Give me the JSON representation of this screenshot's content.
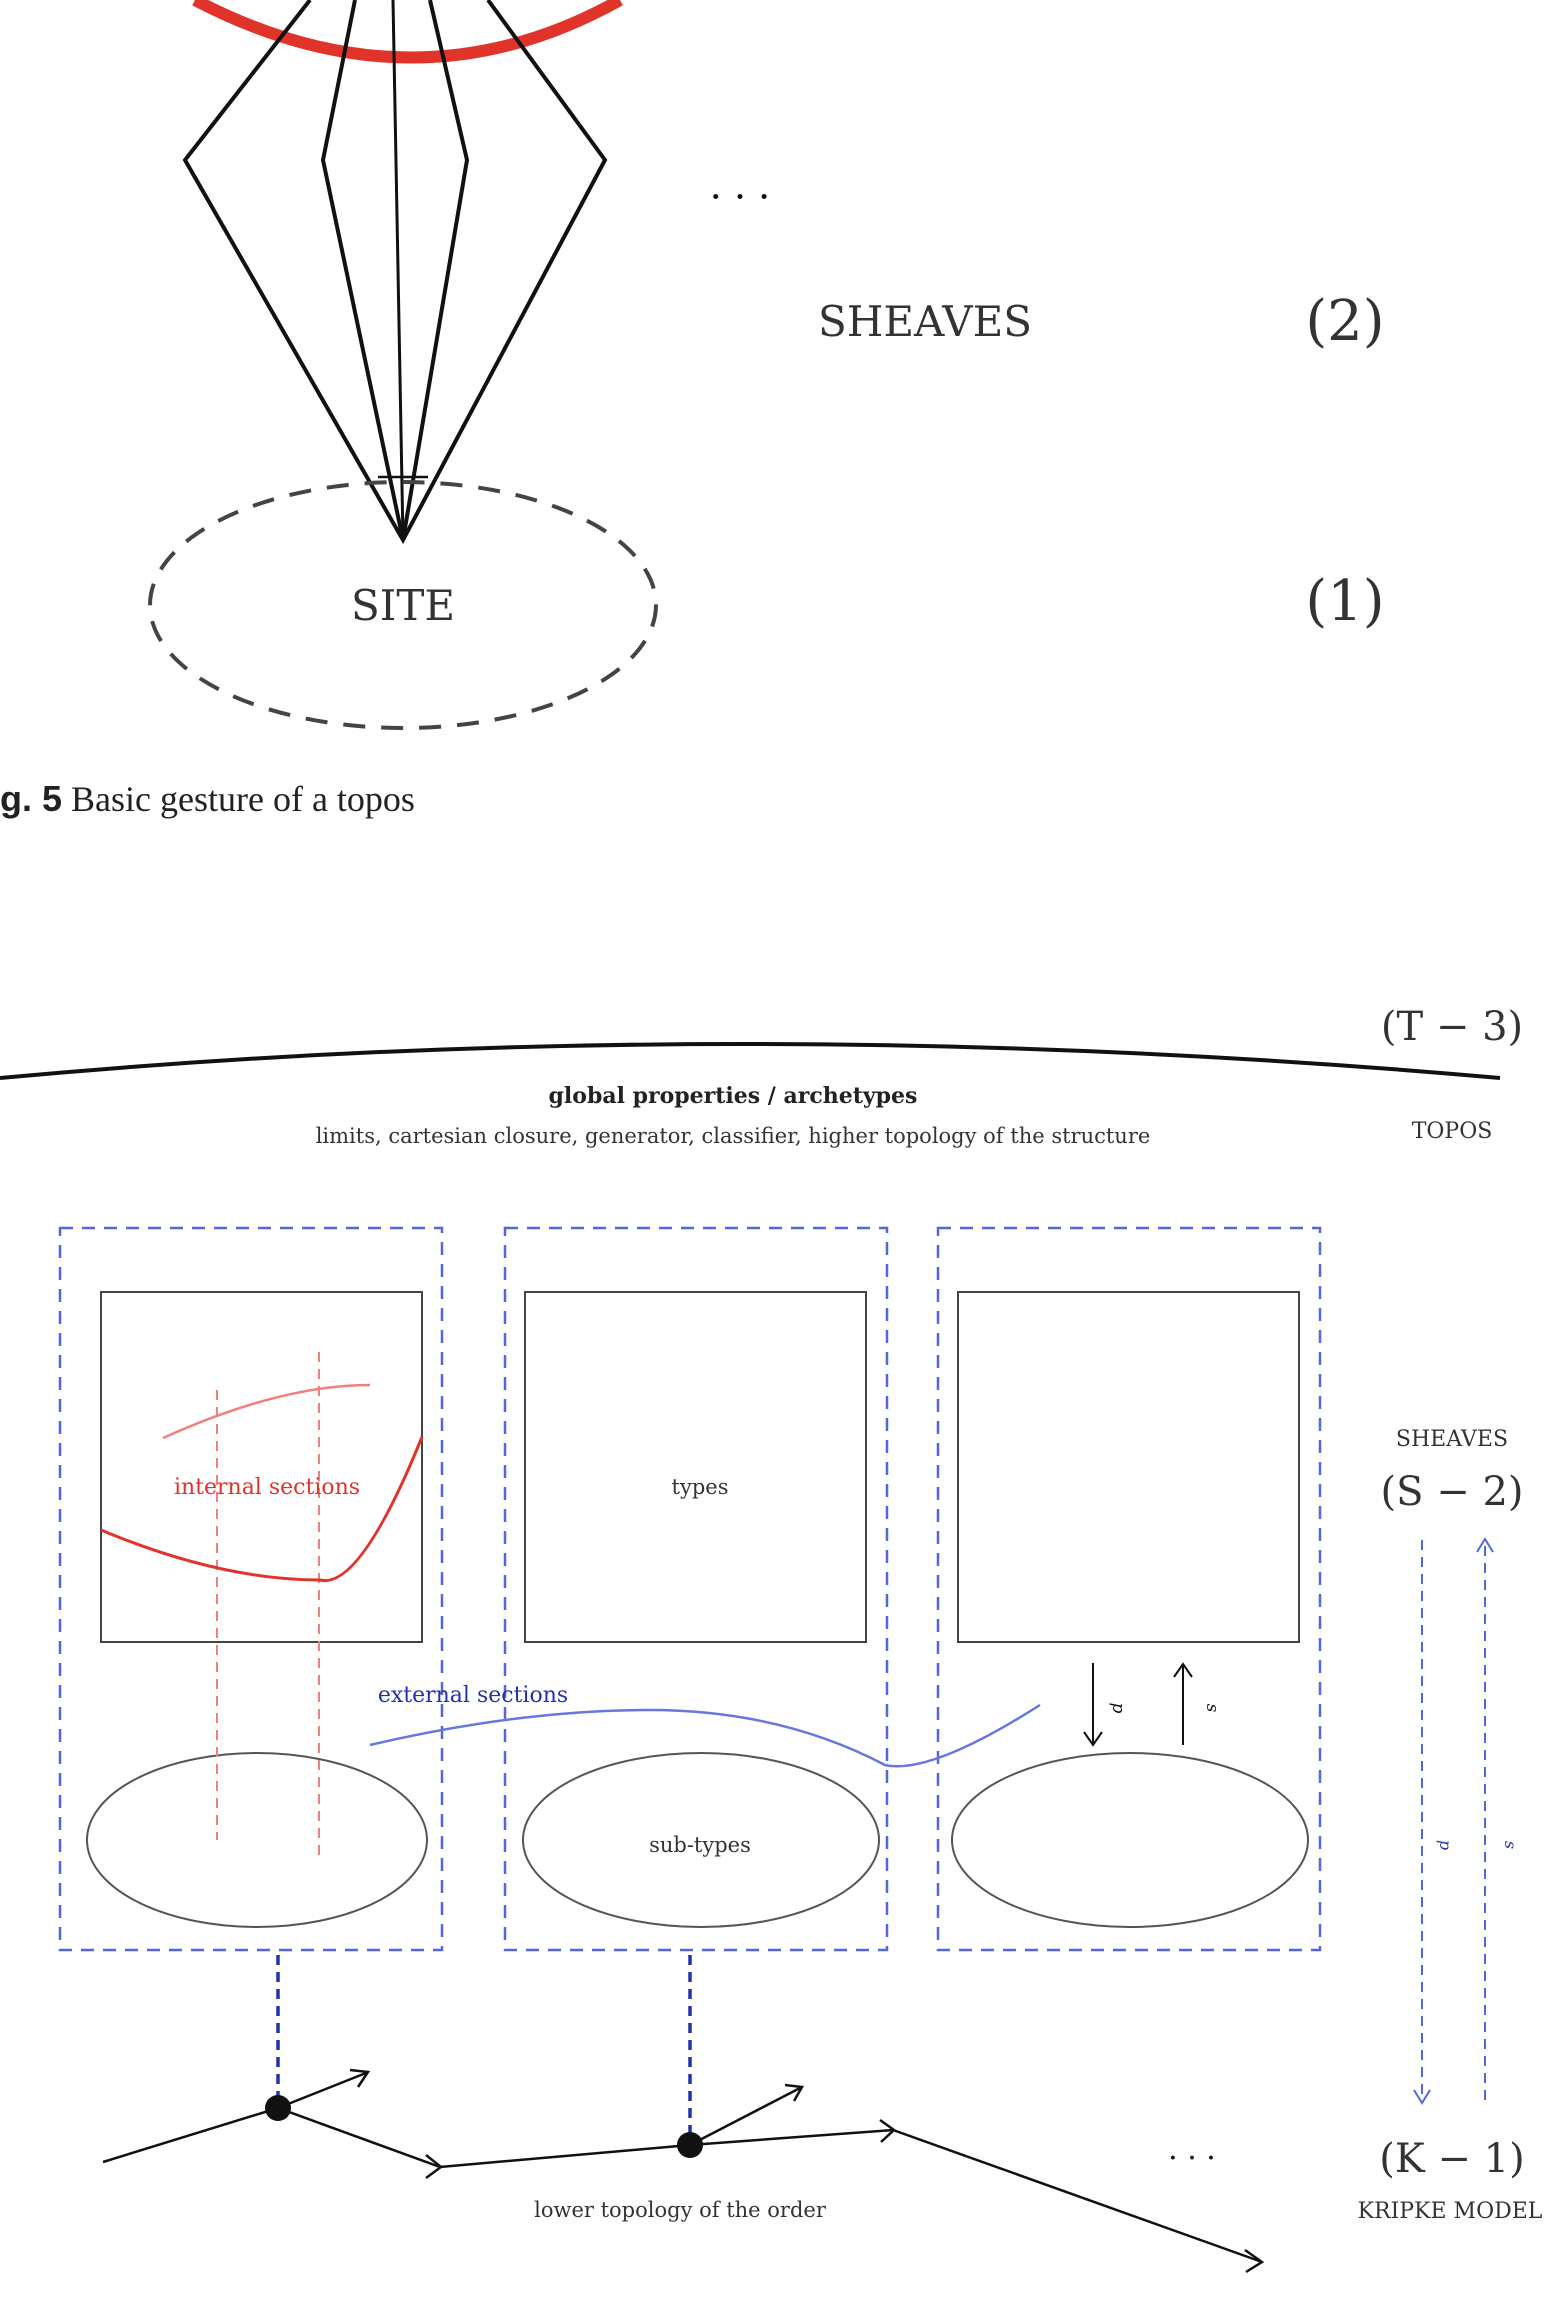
{
  "figure5": {
    "dots": "· · ·",
    "sheaves_label": "SHEAVES",
    "sheaves_index": "(2)",
    "site_label": "SITE",
    "site_index": "(1)",
    "caption_label": "g. 5",
    "caption_text": "Basic gesture of a topos"
  },
  "figure6": {
    "t3_index": "(T − 3)",
    "global_title": "global properties / archetypes",
    "global_subtitle": "limits, cartesian closure, generator, classifier, higher topology of the structure",
    "topos_label": "TOPOS",
    "sheaves_label": "SHEAVES",
    "s2_index": "(S − 2)",
    "internal_sections": "internal sections",
    "types": "types",
    "sub_types": "sub-types",
    "external_sections": "external sections",
    "p_label": "p",
    "s_label": "s",
    "dots": "· · ·",
    "k1_index": "(K − 1)",
    "lower_topology": "lower topology of the order",
    "kripke_label": "KRIPKE MODEL"
  },
  "colors": {
    "red": "#e0342a",
    "light_red": "#f08080",
    "blue_dash": "#5566dd",
    "dark_blue": "#2233aa",
    "black": "#111111"
  }
}
